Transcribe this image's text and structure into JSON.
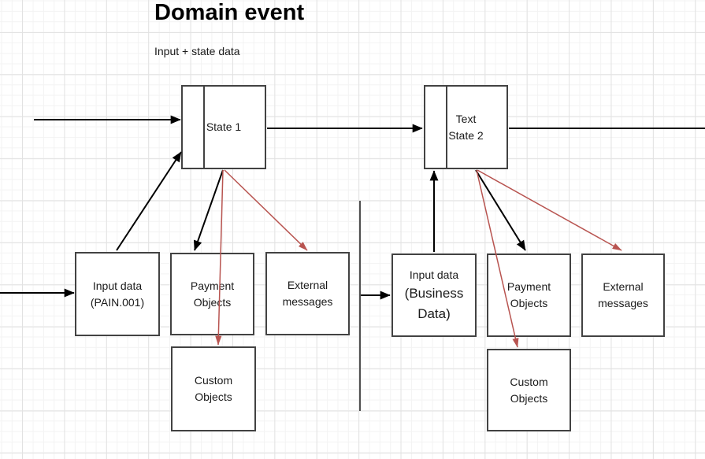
{
  "title": "Domain event",
  "subtitle": "Input + state data",
  "colors": {
    "box_border": "#424242",
    "box_fill": "#ffffff",
    "text": "#1a1a1a",
    "arrow_black": "#000000",
    "arrow_red": "#b85450",
    "grid_minor": "#f3f3f3",
    "grid_major": "#e2e2e2",
    "divider": "#505050"
  },
  "nodes": {
    "state1": {
      "label": "State 1"
    },
    "state2": {
      "label": "Text\nState 2"
    },
    "input_pain": {
      "label": "Input data\n(PAIN.001)"
    },
    "payment_left": {
      "label": "Payment\nObjects"
    },
    "external_left": {
      "label": "External\nmessages"
    },
    "custom_left": {
      "label": "Custom\nObjects"
    },
    "input_business": {
      "line1": "Input data",
      "line2": "(Business\nData)"
    },
    "payment_right": {
      "label": "Payment\nObjects"
    },
    "external_right": {
      "label": "External\nmessages"
    },
    "custom_right": {
      "label": "Custom\nObjects"
    }
  }
}
